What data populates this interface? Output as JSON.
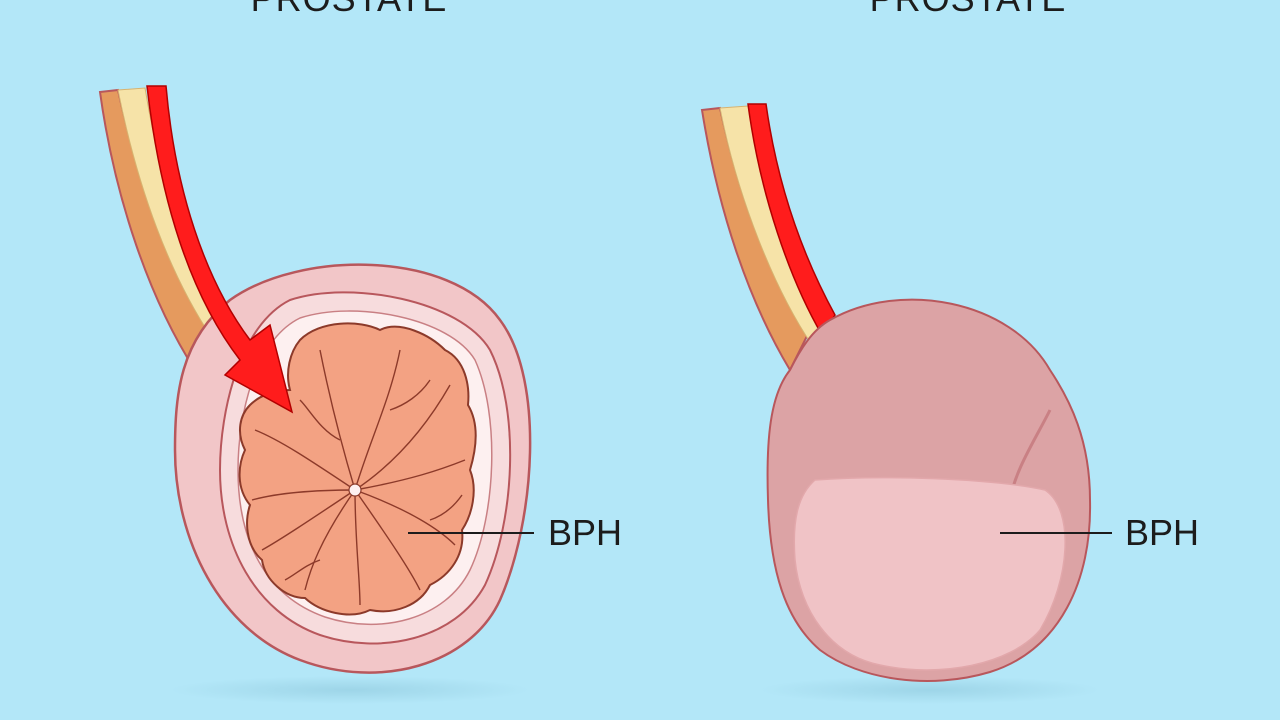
{
  "headings": {
    "left": "PROSTATE",
    "right": "PROSTATE"
  },
  "labels": {
    "left": "BPH",
    "right": "BPH"
  },
  "colors": {
    "background": "#b3e7f8",
    "capsule": "#f2c6c8",
    "capsule_outline": "#b8575c",
    "gland_tissue": "#f3a283",
    "urethra_flow": "#ff1c1c",
    "tube_wall": "#e59a5e",
    "tube_fat": "#f6e3a8",
    "enlarged_gland": "#dca3a5",
    "enlarged_gland_light": "#f0c3c6"
  }
}
